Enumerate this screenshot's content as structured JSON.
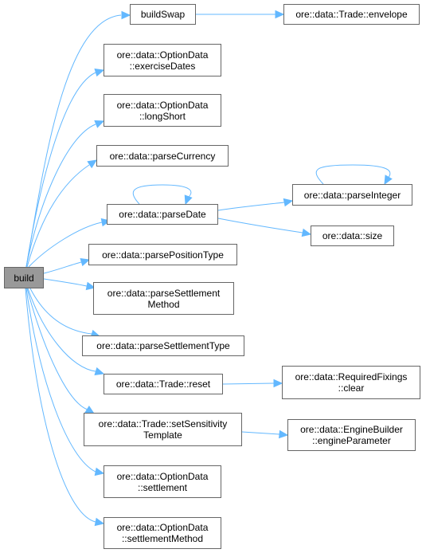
{
  "diagram": {
    "colors": {
      "edge": "#63b8ff",
      "root_fill": "#999999",
      "node_border": "#666666"
    },
    "root": {
      "id": "build",
      "lines": [
        "build"
      ]
    },
    "nodes": [
      {
        "id": "buildSwap",
        "lines": [
          "buildSwap"
        ]
      },
      {
        "id": "envelope",
        "lines": [
          "ore::data::Trade::envelope"
        ]
      },
      {
        "id": "exerciseDates",
        "lines": [
          "ore::data::OptionData",
          "::exerciseDates"
        ]
      },
      {
        "id": "longShort",
        "lines": [
          "ore::data::OptionData",
          "::longShort"
        ]
      },
      {
        "id": "parseCurrency",
        "lines": [
          "ore::data::parseCurrency"
        ]
      },
      {
        "id": "parseDate",
        "lines": [
          "ore::data::parseDate"
        ]
      },
      {
        "id": "parseInteger",
        "lines": [
          "ore::data::parseInteger"
        ]
      },
      {
        "id": "size",
        "lines": [
          "ore::data::size"
        ]
      },
      {
        "id": "parsePositionType",
        "lines": [
          "ore::data::parsePositionType"
        ]
      },
      {
        "id": "parseSettlementMethod",
        "lines": [
          "ore::data::parseSettlement",
          "Method"
        ]
      },
      {
        "id": "parseSettlementType",
        "lines": [
          "ore::data::parseSettlementType"
        ]
      },
      {
        "id": "reset",
        "lines": [
          "ore::data::Trade::reset"
        ]
      },
      {
        "id": "requiredFixingsClear",
        "lines": [
          "ore::data::RequiredFixings",
          "::clear"
        ]
      },
      {
        "id": "setSensitivityTemplate",
        "lines": [
          "ore::data::Trade::setSensitivity",
          "Template"
        ]
      },
      {
        "id": "engineParameter",
        "lines": [
          "ore::data::EngineBuilder",
          "::engineParameter"
        ]
      },
      {
        "id": "settlement",
        "lines": [
          "ore::data::OptionData",
          "::settlement"
        ]
      },
      {
        "id": "settlementMethod",
        "lines": [
          "ore::data::OptionData",
          "::settlementMethod"
        ]
      }
    ],
    "edges": [
      {
        "from": "build",
        "to": "buildSwap"
      },
      {
        "from": "build",
        "to": "exerciseDates"
      },
      {
        "from": "build",
        "to": "longShort"
      },
      {
        "from": "build",
        "to": "parseCurrency"
      },
      {
        "from": "build",
        "to": "parseDate"
      },
      {
        "from": "build",
        "to": "parsePositionType"
      },
      {
        "from": "build",
        "to": "parseSettlementMethod"
      },
      {
        "from": "build",
        "to": "parseSettlementType"
      },
      {
        "from": "build",
        "to": "reset"
      },
      {
        "from": "build",
        "to": "setSensitivityTemplate"
      },
      {
        "from": "build",
        "to": "settlement"
      },
      {
        "from": "build",
        "to": "settlementMethod"
      },
      {
        "from": "buildSwap",
        "to": "envelope"
      },
      {
        "from": "parseDate",
        "to": "parseDate"
      },
      {
        "from": "parseDate",
        "to": "parseInteger"
      },
      {
        "from": "parseDate",
        "to": "size"
      },
      {
        "from": "parseInteger",
        "to": "parseInteger"
      },
      {
        "from": "reset",
        "to": "requiredFixingsClear"
      },
      {
        "from": "setSensitivityTemplate",
        "to": "engineParameter"
      }
    ]
  }
}
